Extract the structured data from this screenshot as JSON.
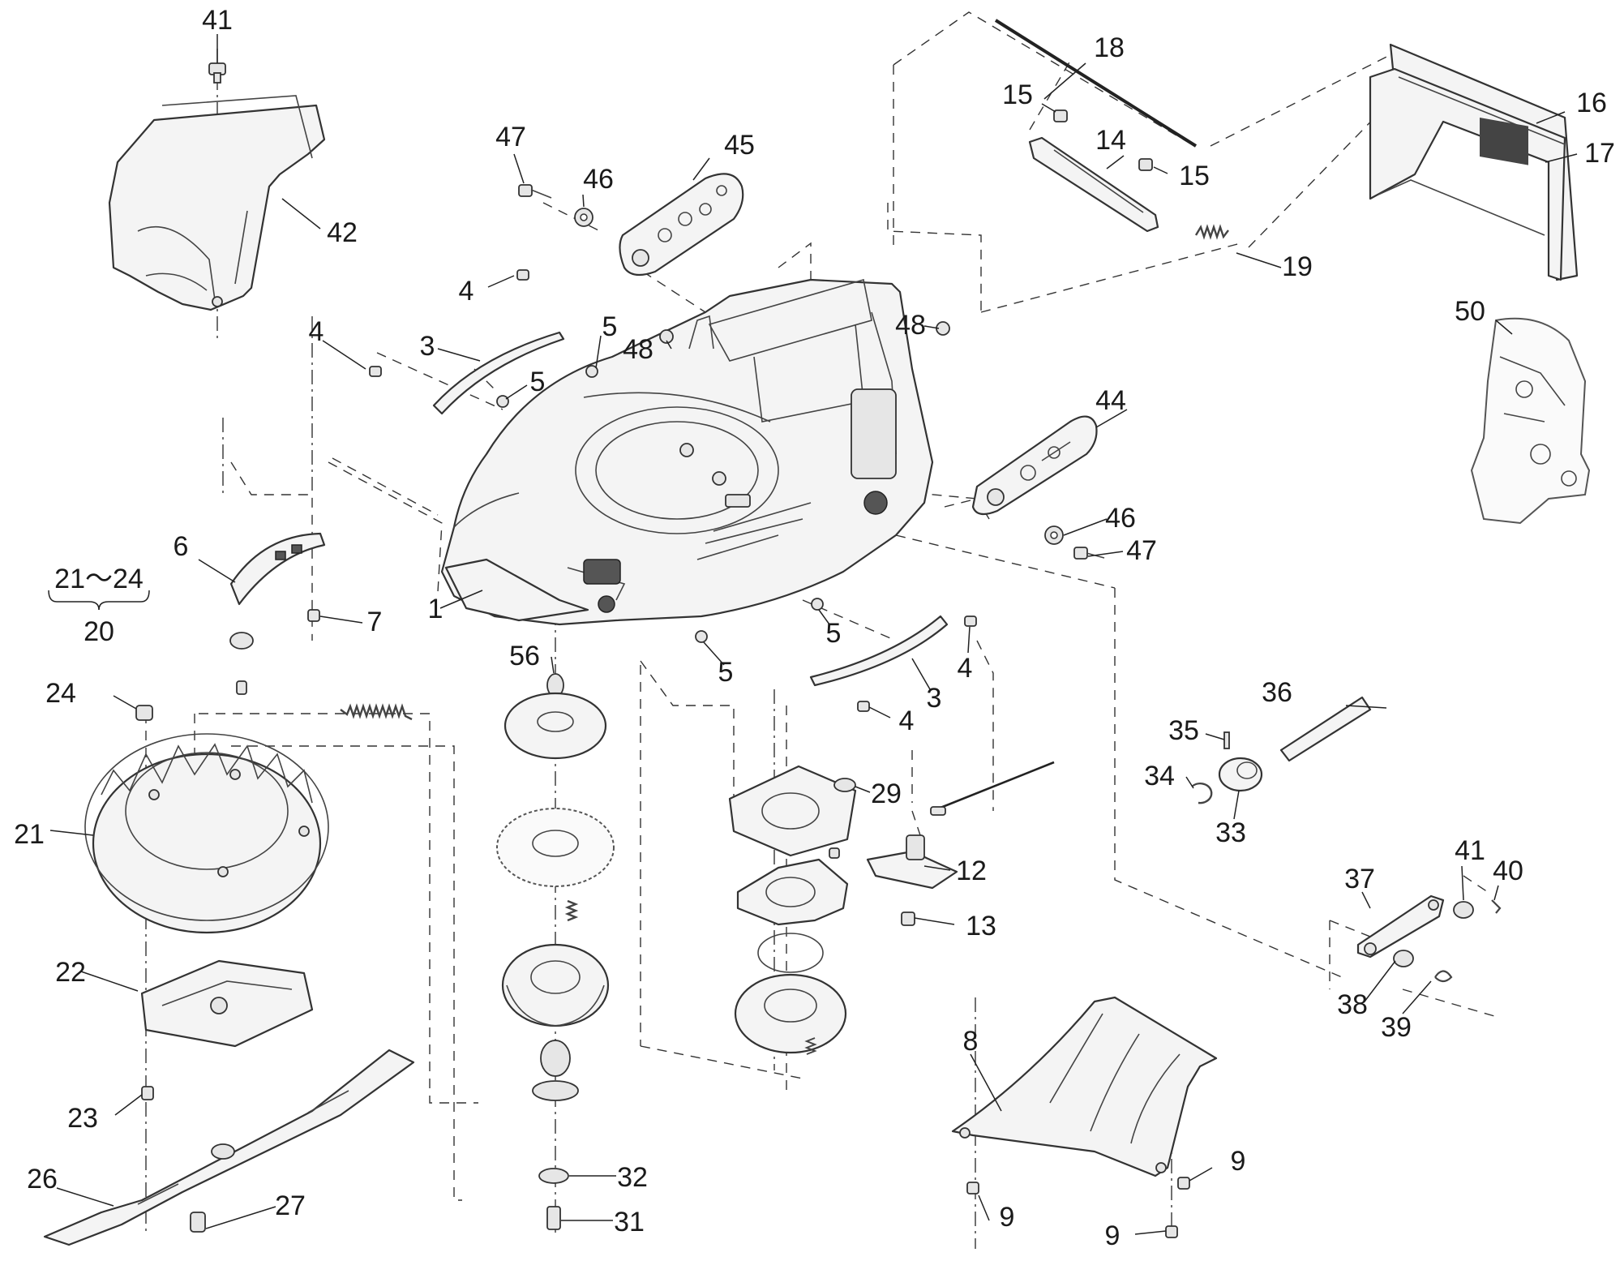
{
  "callouts": [
    {
      "id": "c41a",
      "text": "41"
    },
    {
      "id": "c42",
      "text": "42"
    },
    {
      "id": "c47a",
      "text": "47"
    },
    {
      "id": "c46a",
      "text": "46"
    },
    {
      "id": "c45",
      "text": "45"
    },
    {
      "id": "c18",
      "text": "18"
    },
    {
      "id": "c15a",
      "text": "15"
    },
    {
      "id": "c14",
      "text": "14"
    },
    {
      "id": "c15b",
      "text": "15"
    },
    {
      "id": "c16",
      "text": "16"
    },
    {
      "id": "c17",
      "text": "17"
    },
    {
      "id": "c19",
      "text": "19"
    },
    {
      "id": "c50",
      "text": "50"
    },
    {
      "id": "c4a",
      "text": "4"
    },
    {
      "id": "c4b",
      "text": "4"
    },
    {
      "id": "c3a",
      "text": "3"
    },
    {
      "id": "c5a",
      "text": "5"
    },
    {
      "id": "c48a",
      "text": "48"
    },
    {
      "id": "c5b",
      "text": "5"
    },
    {
      "id": "c48b",
      "text": "48"
    },
    {
      "id": "c44",
      "text": "44"
    },
    {
      "id": "c46b",
      "text": "46"
    },
    {
      "id": "c47b",
      "text": "47"
    },
    {
      "id": "c6",
      "text": "6"
    },
    {
      "id": "c2124",
      "text": "21～24"
    },
    {
      "id": "c20",
      "text": "20"
    },
    {
      "id": "c1",
      "text": "1"
    },
    {
      "id": "c7",
      "text": "7"
    },
    {
      "id": "c5c",
      "text": "5"
    },
    {
      "id": "c4c",
      "text": "4"
    },
    {
      "id": "c56",
      "text": "56"
    },
    {
      "id": "c5d",
      "text": "5"
    },
    {
      "id": "c3b",
      "text": "3"
    },
    {
      "id": "c4d",
      "text": "4"
    },
    {
      "id": "c24",
      "text": "24"
    },
    {
      "id": "c36",
      "text": "36"
    },
    {
      "id": "c35",
      "text": "35"
    },
    {
      "id": "c34",
      "text": "34"
    },
    {
      "id": "c33",
      "text": "33"
    },
    {
      "id": "c29",
      "text": "29"
    },
    {
      "id": "c21",
      "text": "21"
    },
    {
      "id": "c12",
      "text": "12"
    },
    {
      "id": "c13",
      "text": "13"
    },
    {
      "id": "c37",
      "text": "37"
    },
    {
      "id": "c41b",
      "text": "41"
    },
    {
      "id": "c40",
      "text": "40"
    },
    {
      "id": "c22",
      "text": "22"
    },
    {
      "id": "c38",
      "text": "38"
    },
    {
      "id": "c39",
      "text": "39"
    },
    {
      "id": "c8",
      "text": "8"
    },
    {
      "id": "c23",
      "text": "23"
    },
    {
      "id": "c9a",
      "text": "9"
    },
    {
      "id": "c26",
      "text": "26"
    },
    {
      "id": "c32",
      "text": "32"
    },
    {
      "id": "c27",
      "text": "27"
    },
    {
      "id": "c31",
      "text": "31"
    },
    {
      "id": "c9b",
      "text": "9"
    },
    {
      "id": "c9c",
      "text": "9"
    }
  ]
}
